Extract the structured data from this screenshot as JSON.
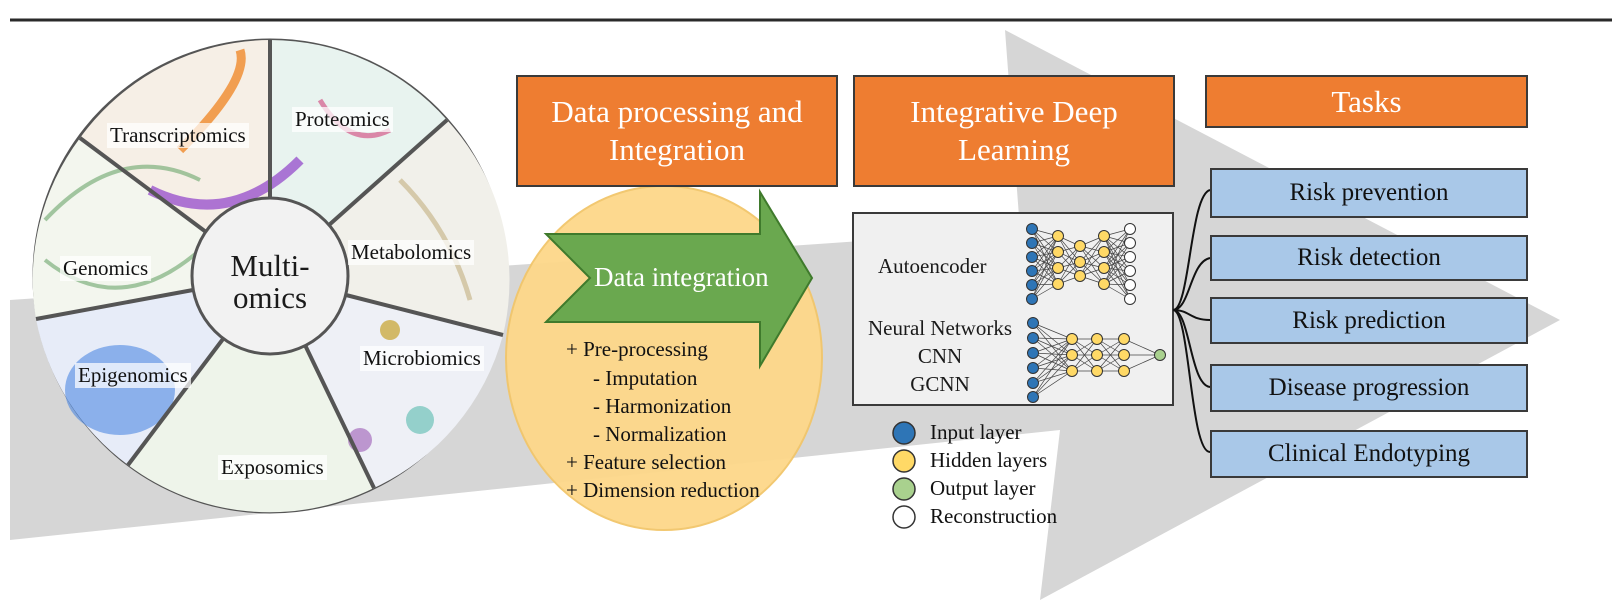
{
  "wheel": {
    "center_line1": "Multi-",
    "center_line2": "omics",
    "segments": [
      "Transcriptomics",
      "Proteomics",
      "Metabolomics",
      "Microbiomics",
      "Exposomics",
      "Epigenomics",
      "Genomics"
    ]
  },
  "stages": {
    "processing_line1": "Data processing and",
    "processing_line2": "Integration",
    "deep_line1": "Integrative Deep",
    "deep_line2": "Learning",
    "tasks": "Tasks"
  },
  "integration": {
    "arrow_label": "Data integration",
    "steps": [
      "+ Pre-processing",
      "- Imputation",
      "- Harmonization",
      "- Normalization",
      "+ Feature selection",
      "+ Dimension reduction"
    ]
  },
  "networks": {
    "autoencoder": "Autoencoder",
    "nn_line1": "Neural Networks",
    "nn_line2": "CNN",
    "nn_line3": "GCNN"
  },
  "legend": {
    "input": "Input layer",
    "hidden": "Hidden layers",
    "output": "Output layer",
    "reconstruction": "Reconstruction",
    "colors": {
      "input": "#2e75b6",
      "hidden": "#ffd966",
      "output": "#a9d18e",
      "reconstruction": "#ffffff"
    }
  },
  "tasks": [
    "Risk prevention",
    "Risk detection",
    "Risk prediction",
    "Disease progression",
    "Clinical Endotyping"
  ]
}
